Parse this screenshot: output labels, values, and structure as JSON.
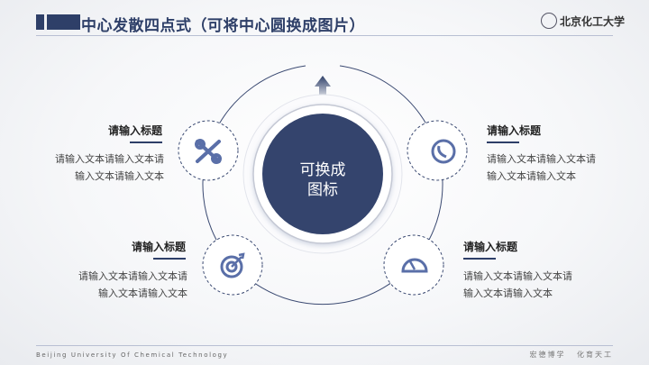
{
  "header": {
    "title": "中心发散四点式（可将中心圆换成图片）",
    "logo_text": "北京化工大学"
  },
  "center": {
    "label_line1": "可换成",
    "label_line2": "图标"
  },
  "items": [
    {
      "title": "请输入标题",
      "body_line1": "请输入文本请输入文本请",
      "body_line2": "输入文本请输入文本",
      "icon": "cross-link-icon"
    },
    {
      "title": "请输入标题",
      "body_line1": "请输入文本请输入文本请",
      "body_line2": "输入文本请输入文本",
      "icon": "phone-icon"
    },
    {
      "title": "请输入标题",
      "body_line1": "请输入文本请输入文本请",
      "body_line2": "输入文本请输入文本",
      "icon": "target-icon"
    },
    {
      "title": "请输入标题",
      "body_line1": "请输入文本请输入文本请",
      "body_line2": "输入文本请输入文本",
      "icon": "speedometer-icon"
    }
  ],
  "footer": {
    "english": "Beijing University Of Chemical Technology",
    "motto": "宏德博学 化育天工"
  },
  "colors": {
    "primary": "#2e3f68",
    "icon": "#5a6fa8"
  }
}
